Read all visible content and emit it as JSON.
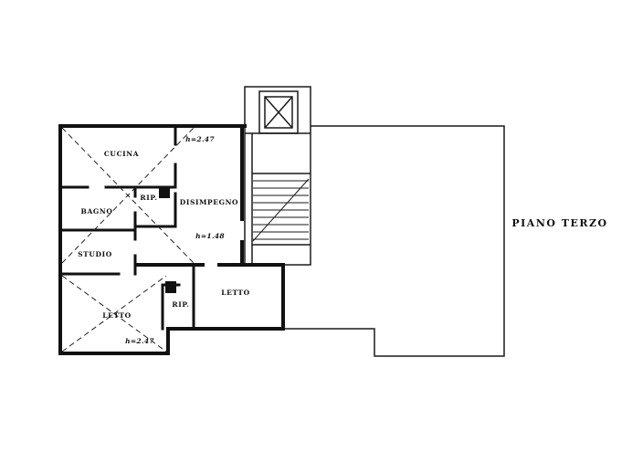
{
  "plan_title": "PIANO TERZO",
  "rooms": {
    "cucina": "CUCINA",
    "bagno": "BAGNO",
    "studio": "STUDIO",
    "letto_sx": "LETTO",
    "rip_1": "RIP.",
    "disimpegno": "DISIMPEGNO",
    "rip_2": "RIP.",
    "letto_dx": "LETTO"
  },
  "annotations": {
    "height_top": "h=2.47",
    "height_mid": "h=1.48",
    "height_bottom": "h=2.47"
  }
}
